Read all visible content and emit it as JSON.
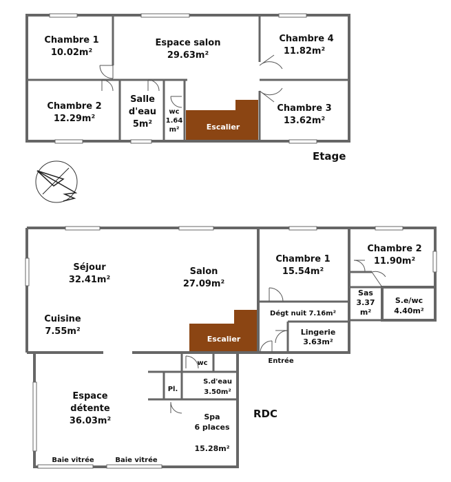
{
  "floors": {
    "upper": {
      "title": "Etage",
      "rooms": [
        {
          "name": "Chambre 1",
          "area": "10.02m²"
        },
        {
          "name": "Espace salon",
          "area": "29.63m²"
        },
        {
          "name": "Chambre 4",
          "area": "11.82m²"
        },
        {
          "name": "Chambre 2",
          "area": "12.29m²"
        },
        {
          "name_lines": [
            "Salle",
            "d'eau"
          ],
          "area": "5m²"
        },
        {
          "name": "wc",
          "area_lines": [
            "1.64",
            "m²"
          ]
        },
        {
          "name": "Escalier"
        },
        {
          "name": "Chambre 3",
          "area": "13.62m²"
        }
      ]
    },
    "ground": {
      "title": "RDC",
      "rooms": [
        {
          "name": "Séjour",
          "area": "32.41m²"
        },
        {
          "name": "Salon",
          "area": "27.09m²"
        },
        {
          "name": "Chambre 1",
          "area": "15.54m²"
        },
        {
          "name": "Chambre 2",
          "area": "11.90m²"
        },
        {
          "name": "Cuisine",
          "area": "7.55m²"
        },
        {
          "name": "Sas",
          "area_lines": [
            "3.37",
            "m²"
          ]
        },
        {
          "name": "S.e/wc",
          "area": "4.40m²"
        },
        {
          "name": "Dégt nuit 7.16m²"
        },
        {
          "name": "Lingerie",
          "area": "3.63m²"
        },
        {
          "name": "Escalier"
        },
        {
          "name": "Entrée"
        },
        {
          "name": "wc"
        },
        {
          "name": "S.d'eau",
          "area": "3.50m²"
        },
        {
          "name": "Pl."
        },
        {
          "name_lines": [
            "Espace",
            "détente"
          ],
          "area": "36.03m²"
        },
        {
          "name_lines": [
            "Spa",
            "6 places"
          ],
          "area": "15.28m²"
        },
        {
          "name": "Baie vitrée"
        },
        {
          "name": "Baie vitrée"
        }
      ]
    }
  },
  "colors": {
    "stair": "#8b4513",
    "wall": "#666666"
  }
}
